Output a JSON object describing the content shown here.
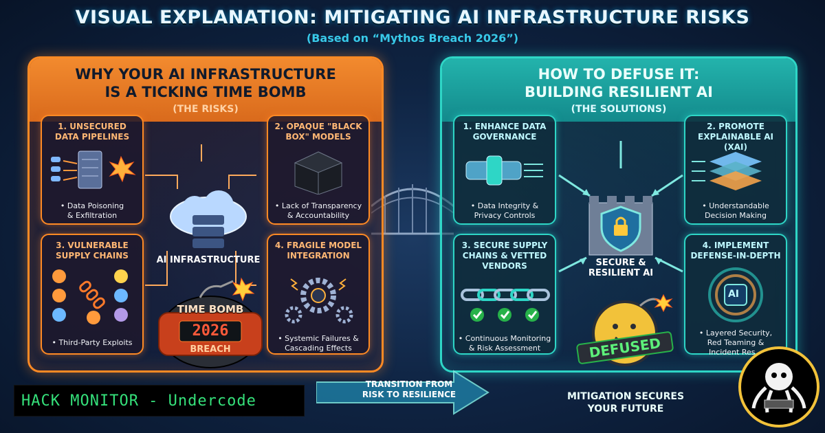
{
  "header": {
    "title": "VISUAL EXPLANATION: MITIGATING AI INFRASTRUCTURE RISKS",
    "subtitle": "(Based on “Mythos Breach 2026”)"
  },
  "risks_panel": {
    "title": "WHY YOUR AI INFRASTRUCTURE\nIS A TICKING TIME BOMB",
    "subtitle": "(THE RISKS)",
    "cards": [
      {
        "title": "1. UNSECURED\nDATA PIPELINES",
        "caption": "• Data Poisoning\n& Exfiltration"
      },
      {
        "title": "2. OPAQUE \"BLACK\nBOX\" MODELS",
        "caption": "• Lack of Transparency\n& Accountability"
      },
      {
        "title": "3. VULNERABLE\nSUPPLY CHAINS",
        "caption": "• Third-Party Exploits"
      },
      {
        "title": "4. FRAGILE MODEL\nINTEGRATION",
        "caption": "• Systemic Failures &\nCascading Effects"
      }
    ],
    "hub_label": "AI INFRASTRUCTURE",
    "bomb": {
      "top": "TIME BOMB",
      "year": "2026",
      "bottom": "BREACH"
    }
  },
  "solutions_panel": {
    "title": "HOW TO DEFUSE IT:\nBUILDING RESILIENT AI",
    "subtitle": "(THE SOLUTIONS)",
    "cards": [
      {
        "title": "1. ENHANCE DATA\nGOVERNANCE",
        "caption": "• Data Integrity &\nPrivacy Controls"
      },
      {
        "title": "2. PROMOTE\nEXPLAINABLE AI (XAI)",
        "caption": "• Understandable\nDecision Making"
      },
      {
        "title": "3. SECURE SUPPLY\nCHAINS & VETTED\nVENDORS",
        "caption": "• Continuous Monitoring\n& Risk Assessment"
      },
      {
        "title": "4. IMPLEMENT\nDEFENSE-IN-DEPTH",
        "caption": "• Layered Security,\nRed Teaming &\nIncident Res..."
      }
    ],
    "hub_label": "SECURE &\nRESILIENT AI",
    "defused_label": "DEFUSED",
    "ai_chip_label": "AI"
  },
  "transition_label": "TRANSITION FROM\nRISK TO RESILIENCE",
  "closing_text": "MITIGATION SECURES\nYOUR FUTURE",
  "watermark": "HACK MONITOR - Undercode",
  "colors": {
    "risk_accent": "#ff8a24",
    "solution_accent": "#2ed6c6",
    "background": "#0f2443",
    "watermark_text": "#35e07a"
  },
  "icons": [
    "server-icon",
    "explosion-icon",
    "black-box-cube-icon",
    "cloud-icon",
    "chain-icon",
    "gears-icon",
    "time-bomb-icon",
    "pipe-icon",
    "layers-icon",
    "castle-shield-lock-icon",
    "checkmark-icon",
    "ai-chip-icon",
    "defused-bomb-icon",
    "octopus-logo-icon"
  ]
}
